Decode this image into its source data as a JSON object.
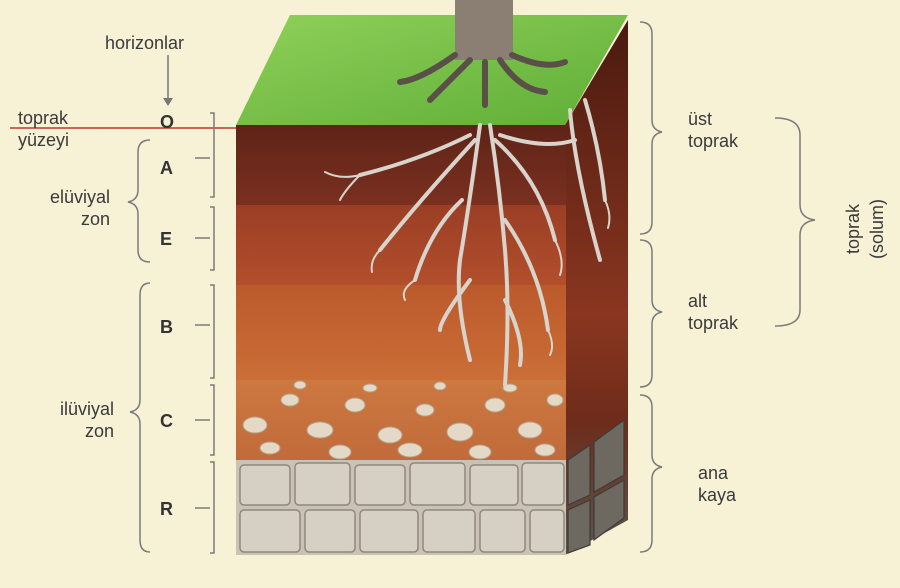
{
  "labels": {
    "horizons_heading": "horizonlar",
    "soil_surface": "toprak\nyüzeyi",
    "eluvial_zone": "elüviyal\nzon",
    "illuvial_zone": "ilüviyal\nzon",
    "topsoil": "üst\ntoprak",
    "subsoil": "alt\ntoprak",
    "bedrock": "ana\nkaya",
    "solum": "toprak\n(solum)"
  },
  "horizons": [
    "O",
    "A",
    "E",
    "B",
    "C",
    "R"
  ],
  "colors": {
    "background": "#f7f1d6",
    "grass": "#7dc24a",
    "horizon_a": "#6b2a1c",
    "horizon_e": "#a8462a",
    "horizon_b": "#c4622f",
    "horizon_c": "#cf7a3f",
    "horizon_r": "#c9c2b5",
    "roots": "#d9d4cc",
    "surface_line": "#c0392b",
    "bracket": "#7a7a7a"
  }
}
